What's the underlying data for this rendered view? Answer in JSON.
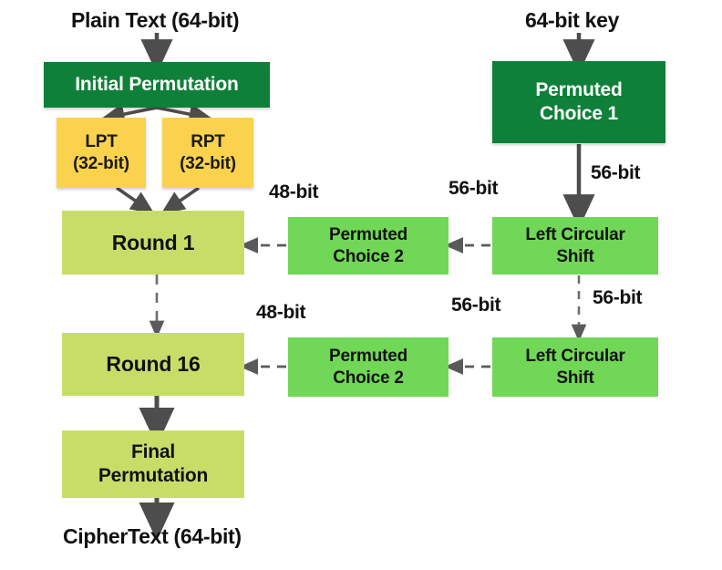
{
  "diagram": {
    "title": "DES Encryption Flowchart",
    "colors": {
      "dark_green": "#0F8039",
      "yellow": "#FBD24E",
      "lime_green": "#C6DE68",
      "bright_green": "#71D756",
      "arrow_gray": "#4D4D4D",
      "text_dark": "#111111",
      "text_light": "#FFFFFF",
      "background": "#FFFFFF"
    },
    "nodes": {
      "plain_text": "Plain Text (64-bit)",
      "initial_permutation": "Initial Permutation",
      "lpt_line1": "LPT",
      "lpt_line2": "(32-bit)",
      "rpt_line1": "RPT",
      "rpt_line2": "(32-bit)",
      "round_1": "Round 1",
      "round_16": "Round 16",
      "final_permutation_line1": "Final",
      "final_permutation_line2": "Permutation",
      "cipher_text": "CipherText (64-bit)",
      "key_64": "64-bit key",
      "permuted_choice_1_line1": "Permuted",
      "permuted_choice_1_line2": "Choice 1",
      "permuted_choice_2_top_line1": "Permuted",
      "permuted_choice_2_top_line2": "Choice 2",
      "permuted_choice_2_bottom_line1": "Permuted",
      "permuted_choice_2_bottom_line2": "Choice 2",
      "left_circular_shift_top_line1": "Left Circular",
      "left_circular_shift_top_line2": "Shift",
      "left_circular_shift_bottom_line1": "Left Circular",
      "left_circular_shift_bottom_line2": "Shift"
    },
    "edge_labels": {
      "pc1_to_lcs_top": "56-bit",
      "lcs_top_to_pc2_top": "56-bit",
      "pc2_top_to_round1": "48-bit",
      "lcs_top_to_lcs_bottom": "56-bit",
      "lcs_bottom_to_pc2_bottom": "56-bit",
      "pc2_bottom_to_round16": "48-bit"
    }
  }
}
